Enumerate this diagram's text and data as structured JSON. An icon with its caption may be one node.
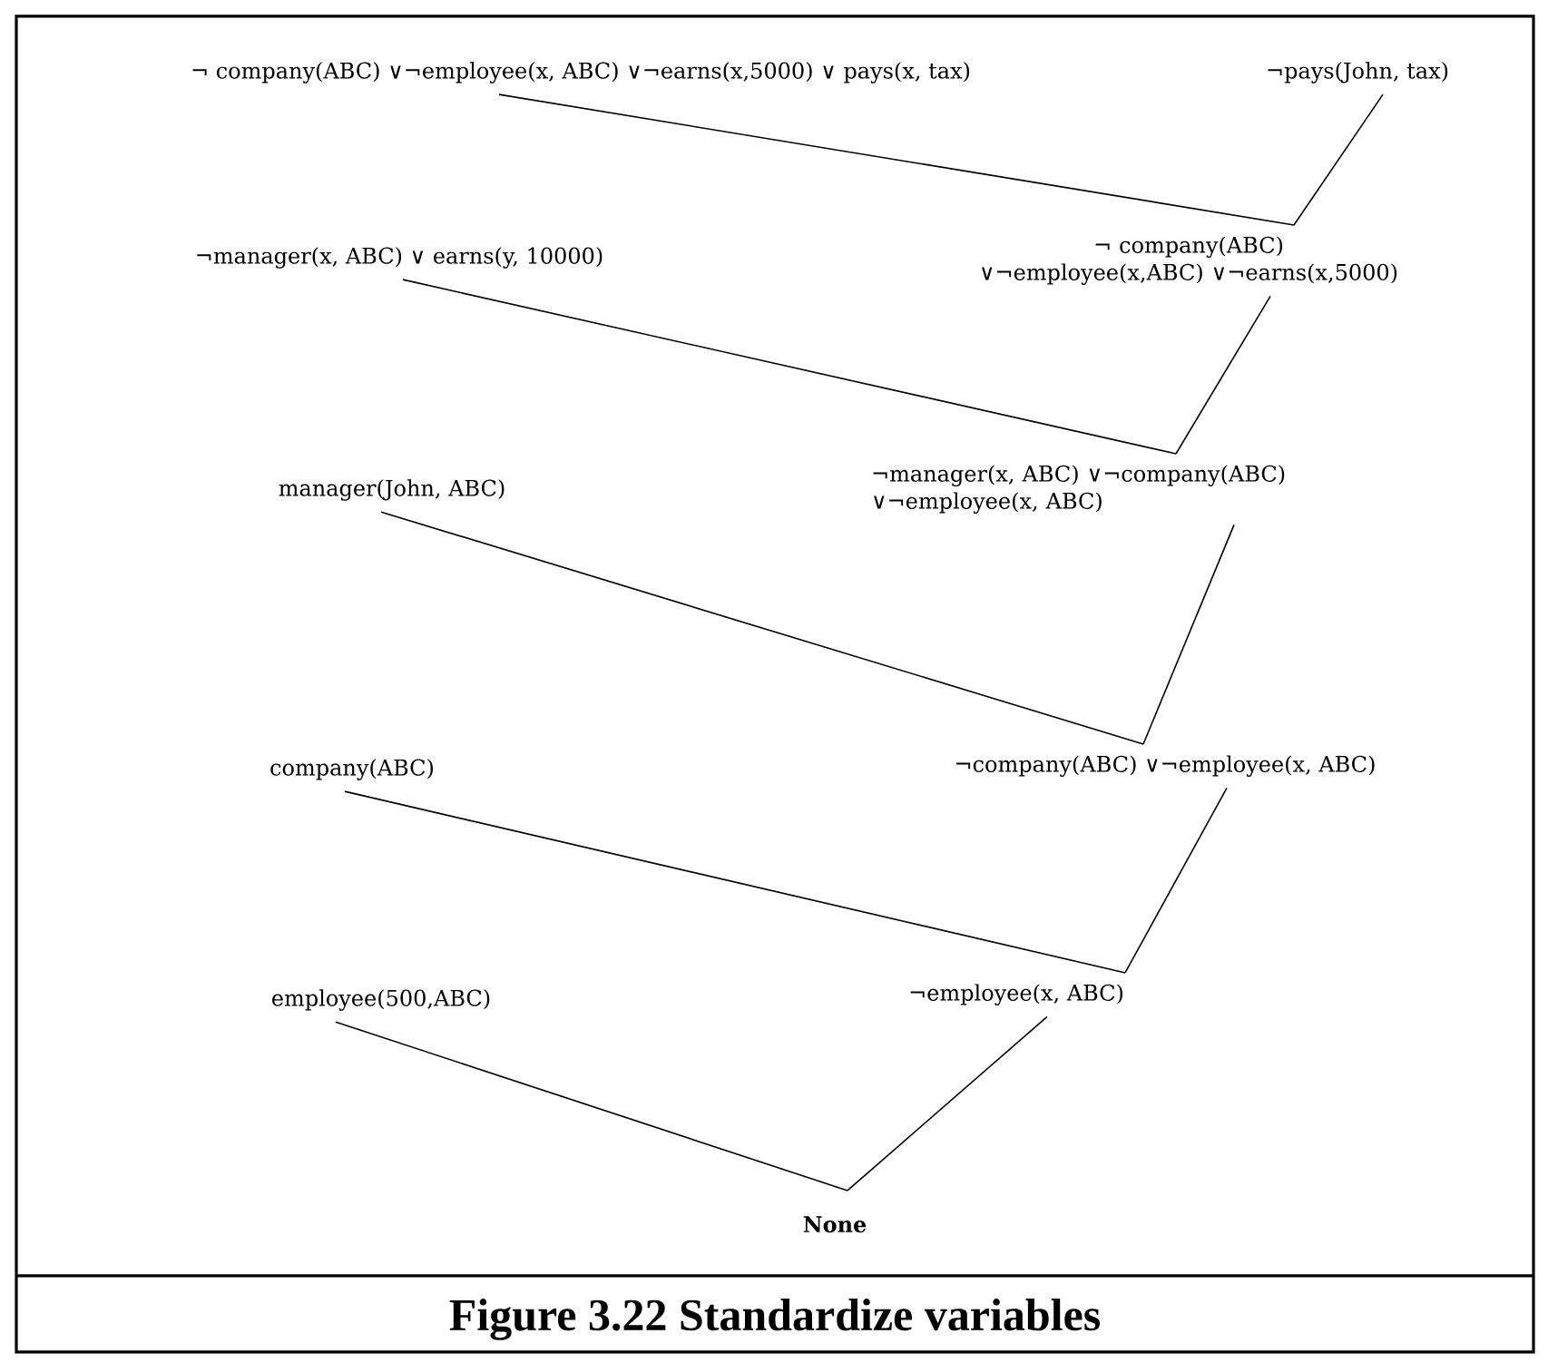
{
  "diagram": {
    "caption": "Figure 3.22 Standardize variables",
    "nodes": [
      {
        "text": [
          "¬ company(ABC) ∨¬employee(x, ABC) ∨¬earns(x,5000) ∨ pays(x, tax)"
        ]
      },
      {
        "text": [
          "¬pays(John, tax)"
        ]
      },
      {
        "text": [
          "¬manager(x, ABC) ∨ earns(y, 10000)"
        ]
      },
      {
        "text": [
          "¬ company(ABC) ∨¬employee(x,ABC) ∨¬earns(x,5000)"
        ]
      },
      {
        "text": [
          "manager(John, ABC)"
        ]
      },
      {
        "text": [
          "¬manager(x, ABC) ∨¬company(ABC) ∨¬employee(x, ABC)"
        ]
      },
      {
        "text": [
          "company(ABC)"
        ]
      },
      {
        "text": [
          "¬company(ABC) ∨¬employee(x, ABC)"
        ]
      },
      {
        "text": [
          "employee(500,ABC)"
        ]
      },
      {
        "text": [
          "¬employee(x, ABC)"
        ]
      },
      {
        "text": [
          "None"
        ]
      }
    ],
    "edges": [
      {
        "from": 0,
        "to": 3,
        "arrow": "none"
      },
      {
        "from": 1,
        "to": 3,
        "arrow": "none"
      },
      {
        "from": 2,
        "to": 5,
        "arrow": "none"
      },
      {
        "from": 3,
        "to": 5,
        "arrow": "none"
      },
      {
        "from": 4,
        "to": 7,
        "arrow": "none"
      },
      {
        "from": 5,
        "to": 7,
        "arrow": "none"
      },
      {
        "from": 6,
        "to": 9,
        "arrow": "none"
      },
      {
        "from": 7,
        "to": 9,
        "arrow": "none"
      },
      {
        "from": 8,
        "to": 10,
        "arrow": "none"
      },
      {
        "from": 9,
        "to": 10,
        "arrow": "none"
      }
    ]
  }
}
